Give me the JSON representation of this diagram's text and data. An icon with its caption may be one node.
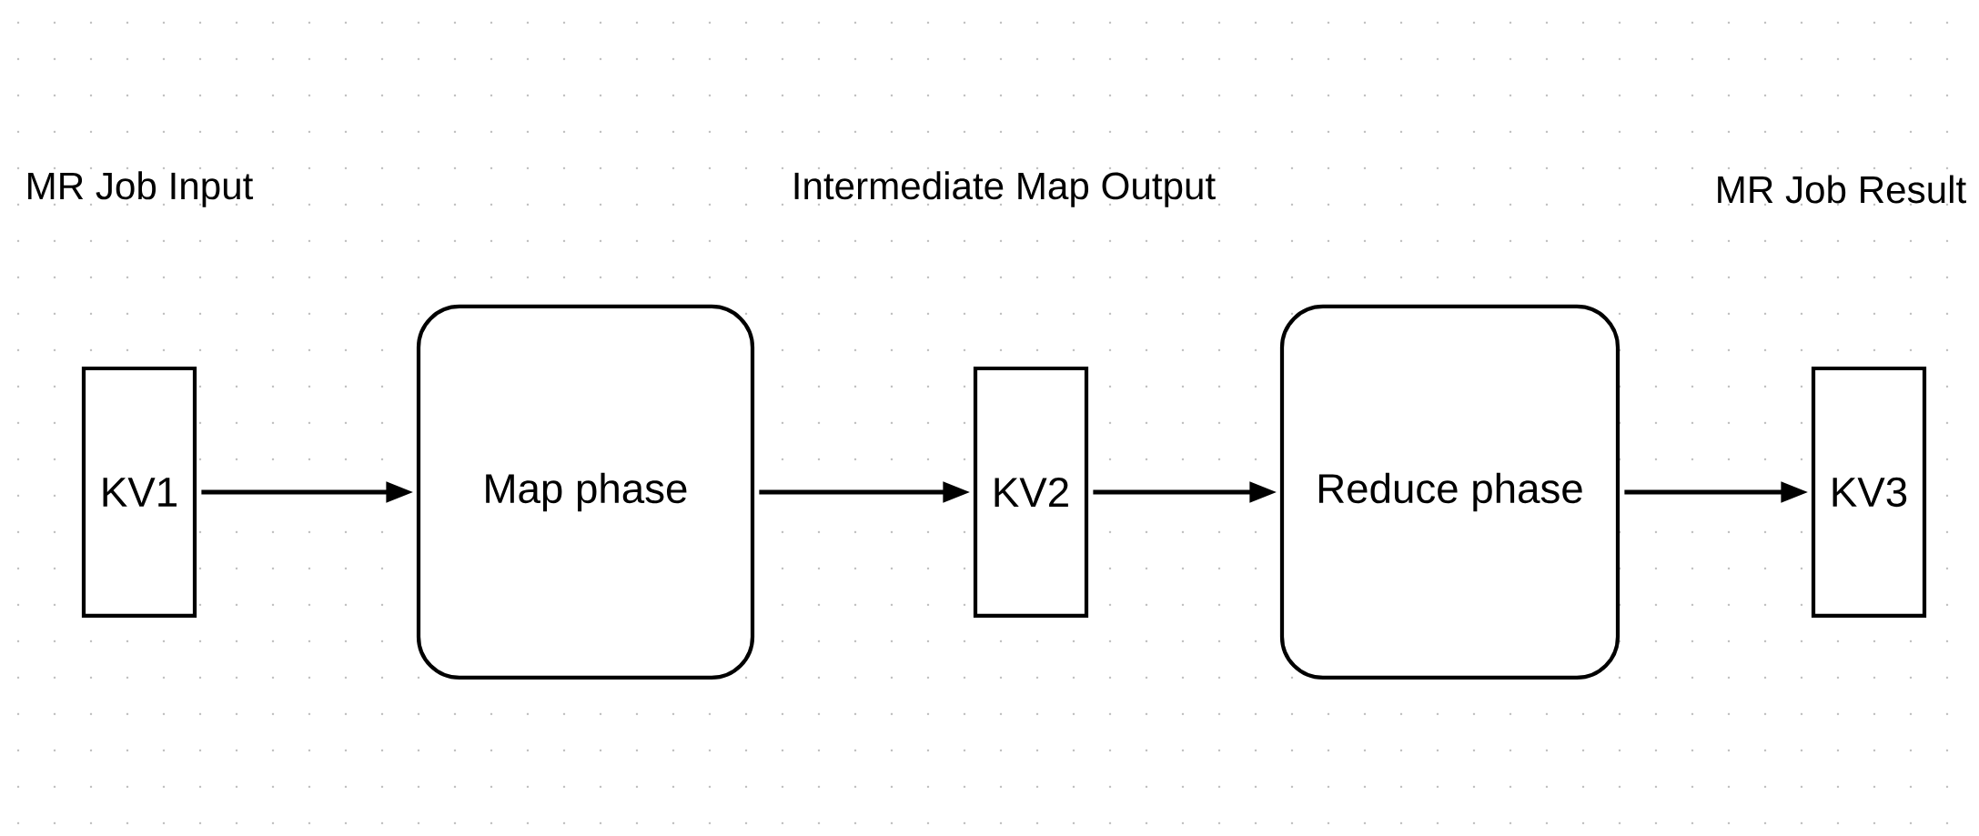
{
  "diagram": {
    "nodes": [
      {
        "text": [
          "KV1"
        ]
      },
      {
        "text": [
          "Map phase"
        ]
      },
      {
        "text": [
          "KV2"
        ]
      },
      {
        "text": [
          "Reduce phase"
        ]
      },
      {
        "text": [
          "KV3"
        ]
      }
    ],
    "labels": [
      "MR Job Input",
      "Intermediate Map Output",
      "MR Job Result"
    ],
    "edges": [
      {
        "from": 0,
        "to": 1,
        "arrow": "to"
      },
      {
        "from": 1,
        "to": 2,
        "arrow": "to"
      },
      {
        "from": 2,
        "to": 3,
        "arrow": "to"
      },
      {
        "from": 3,
        "to": 4,
        "arrow": "to"
      }
    ]
  }
}
